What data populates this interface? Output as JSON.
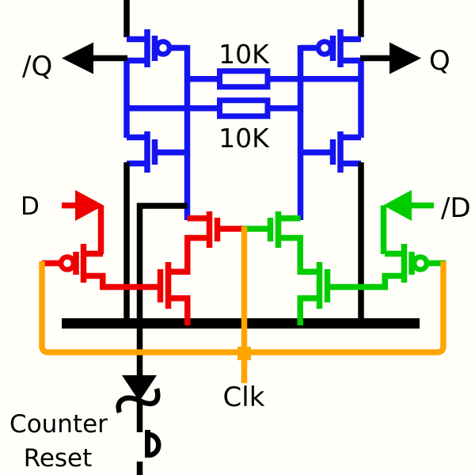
{
  "labels": {
    "output_complement": "/Q",
    "output": "Q",
    "resistor_top_value": "10K",
    "resistor_bottom_value": "10K",
    "data_input": "D",
    "data_input_complement": "/D",
    "clock": "Clk",
    "reset_line1": "Counter",
    "reset_line2": "Reset"
  },
  "colors": {
    "background": "#fffef8",
    "black": "#000000",
    "blue": "#1414f0",
    "red": "#ee0000",
    "green": "#00cc00",
    "orange": "#ffa500"
  }
}
